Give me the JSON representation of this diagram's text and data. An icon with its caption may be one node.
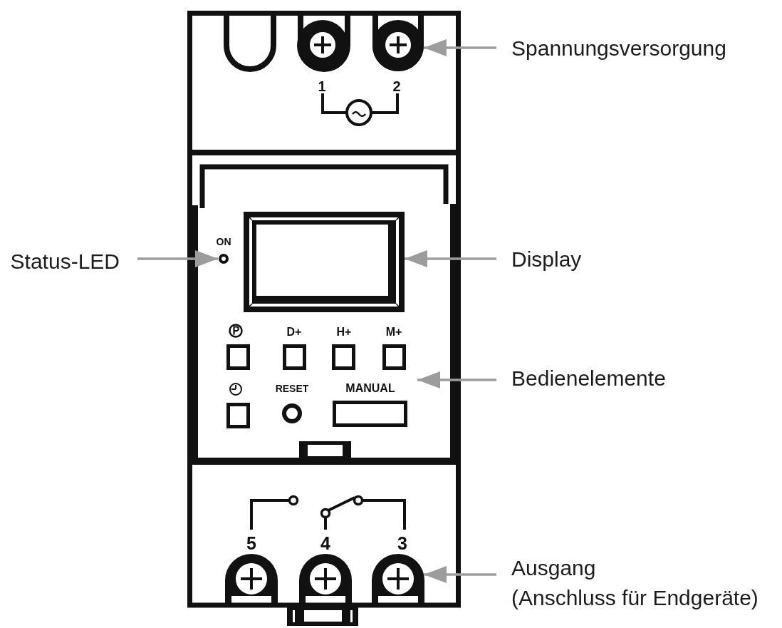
{
  "diagram": {
    "nodes": [
      {
        "text": [
          "Spannungsversorgung"
        ]
      },
      {
        "text": [],
        "shape": "circle",
        "beside": [
          "2"
        ]
      },
      {
        "text": [
          "Status-LED"
        ]
      },
      {
        "text": [],
        "shape": "circle"
      },
      {
        "text": [],
        "shape": "box"
      },
      {
        "text": [
          "Display"
        ]
      },
      {
        "text": [
          "Bedienelemente"
        ]
      },
      {
        "text": [
          "Ausgang",
          "(Anschluss für Endgeräte)"
        ]
      },
      {
        "text": [],
        "shape": "circle",
        "beside": [
          "3"
        ]
      }
    ],
    "edges": [
      {
        "from": 0,
        "to": 1,
        "arrow": "to"
      },
      {
        "from": 2,
        "to": 3,
        "arrow": "to"
      },
      {
        "from": 5,
        "to": 4,
        "arrow": "to"
      },
      {
        "from": 6,
        "to": null,
        "arrow": "to"
      },
      {
        "from": 7,
        "to": 8,
        "arrow": "to"
      }
    ],
    "labels": [
      "1",
      "ON",
      "D+",
      "H+",
      "M+",
      "RESET",
      "MANUAL",
      "5",
      "4"
    ]
  }
}
